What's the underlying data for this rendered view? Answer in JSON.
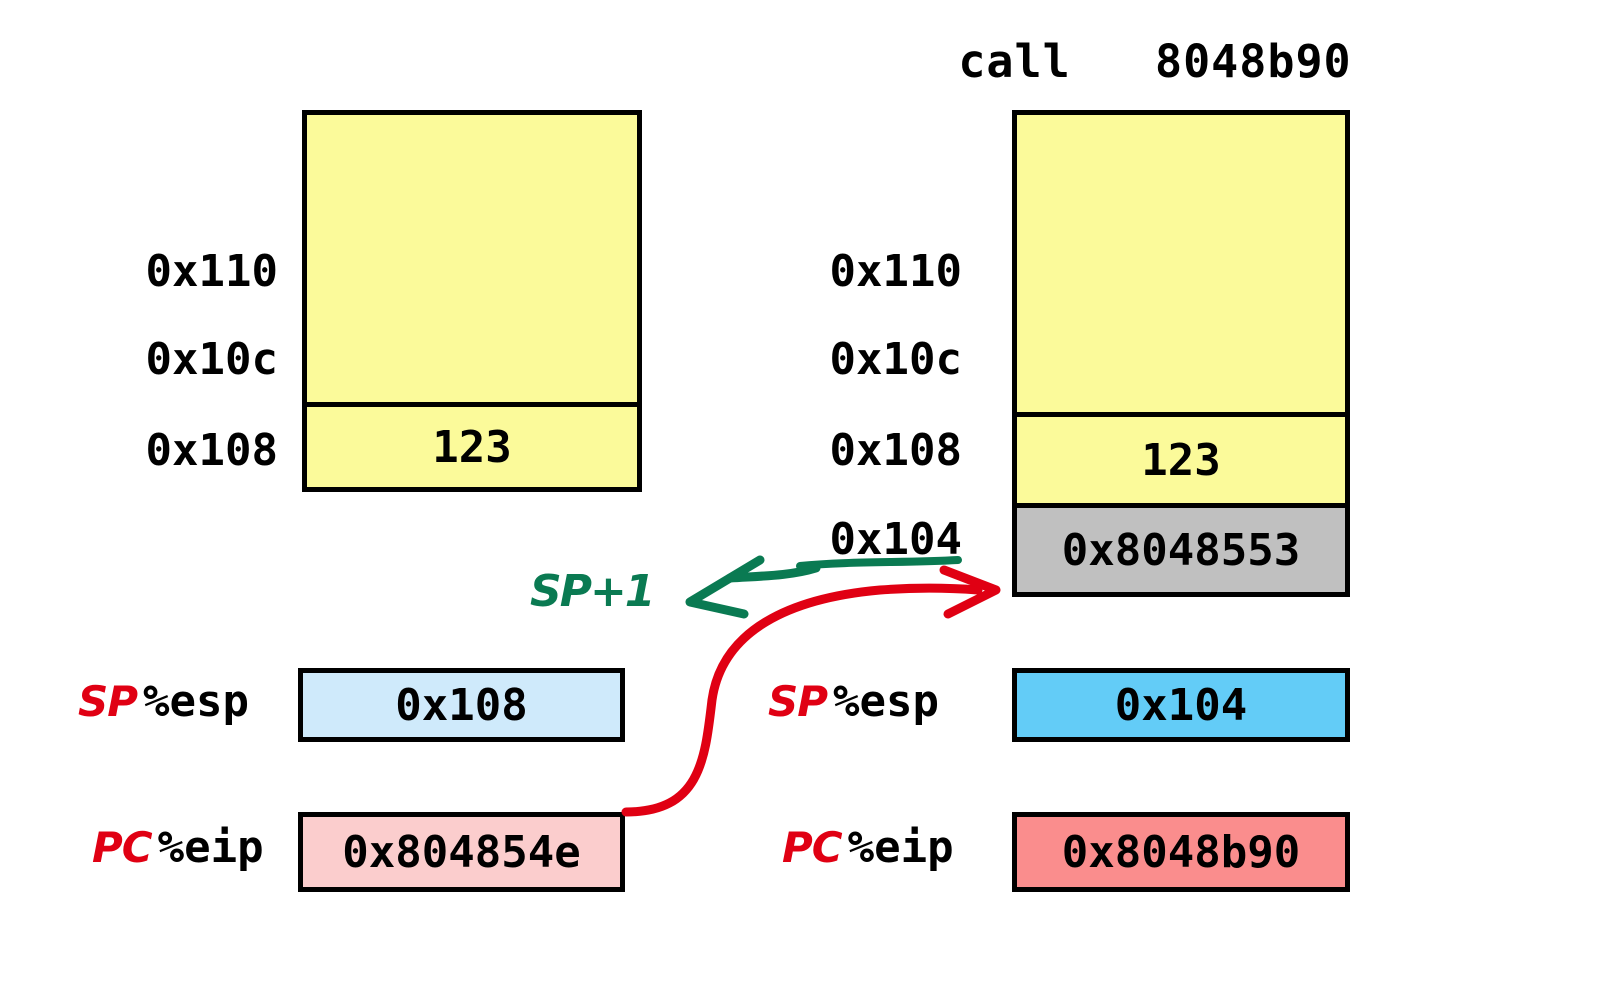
{
  "title": "call   8048b90",
  "colors": {
    "stack_fill": "#fbfa9a",
    "saved_pc_fill": "#c0c0c0",
    "esp_before_fill": "#cfeafb",
    "esp_after_fill": "#63ccf7",
    "eip_before_fill": "#fbcdcd",
    "eip_after_fill": "#fa8d8d",
    "outline": "#000000",
    "annotation_red": "#e00013",
    "annotation_green": "#0a7a52"
  },
  "before": {
    "stack": {
      "name": "stack-before",
      "addresses": [
        "0x110",
        "0x10c",
        "0x108"
      ],
      "cells": [
        {
          "address": "",
          "value": "",
          "fill": "stack_fill"
        },
        {
          "address": "0x108",
          "value": "123",
          "fill": "stack_fill"
        }
      ]
    },
    "registers": [
      {
        "hand_label": "SP",
        "label": "%esp",
        "value": "0x108",
        "fill": "esp_before_fill"
      },
      {
        "hand_label": "PC",
        "label": "%eip",
        "value": "0x804854e",
        "fill": "eip_before_fill"
      }
    ]
  },
  "after": {
    "stack": {
      "name": "stack-after",
      "addresses": [
        "0x110",
        "0x10c",
        "0x108",
        "0x104"
      ],
      "cells": [
        {
          "address": "",
          "value": "",
          "fill": "stack_fill"
        },
        {
          "address": "0x108",
          "value": "123",
          "fill": "stack_fill"
        },
        {
          "address": "0x104",
          "value": "0x8048553",
          "fill": "saved_pc_fill"
        }
      ]
    },
    "registers": [
      {
        "hand_label": "SP",
        "label": "%esp",
        "value": "0x104",
        "fill": "esp_after_fill"
      },
      {
        "hand_label": "PC",
        "label": "%eip",
        "value": "0x8048b90",
        "fill": "eip_after_fill"
      }
    ]
  },
  "annotations": {
    "sp_increment": "SP+1",
    "green_arrow_name": "sp-plus-one-arrow",
    "red_arrow_name": "saved-return-address-arrow",
    "underline_target": "0x104"
  }
}
